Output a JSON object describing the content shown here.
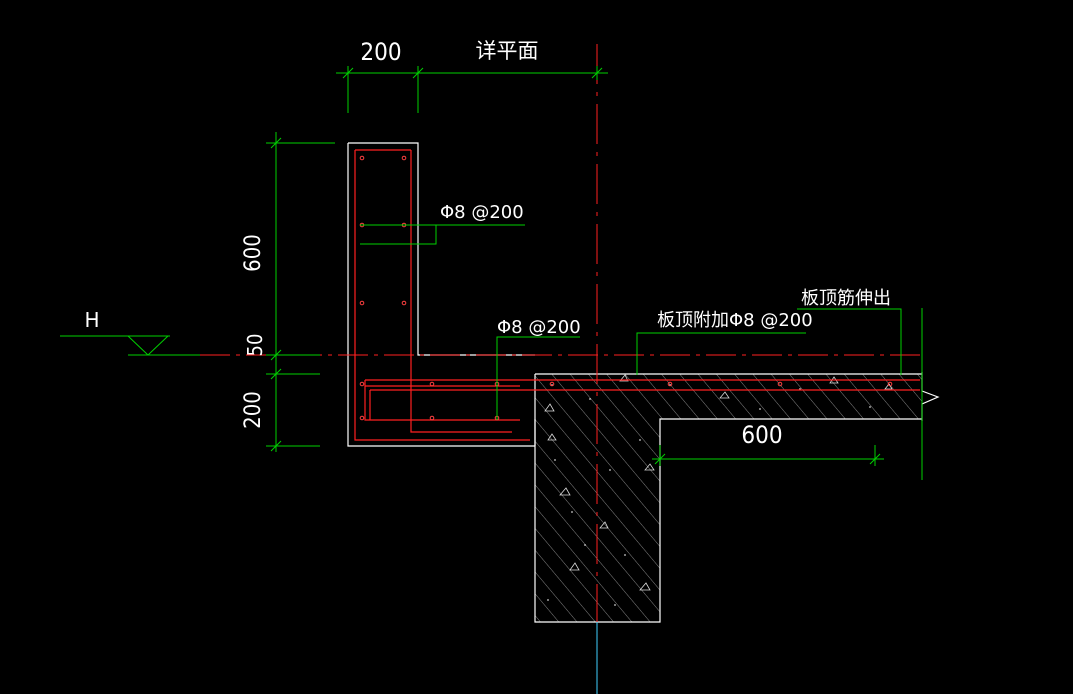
{
  "drawing": {
    "colors": {
      "background": "#000000",
      "dimension": "#00d000",
      "outline": "#ffffff",
      "rebar": "#ff2020",
      "centerline": "#ff2020",
      "axis": "#40d0ff",
      "text": "#ffffff"
    },
    "dimensions": {
      "top_width": "200",
      "top_ref": "详平面",
      "height_upper": "600",
      "height_mid": "50",
      "height_lower": "200",
      "bottom_length": "600"
    },
    "labels": {
      "level": "H",
      "rebar_1": "Φ8 @200",
      "rebar_2": "Φ8 @200",
      "rebar_3": "板顶附加Φ8 @200",
      "rebar_4": "板顶筋伸出"
    }
  }
}
